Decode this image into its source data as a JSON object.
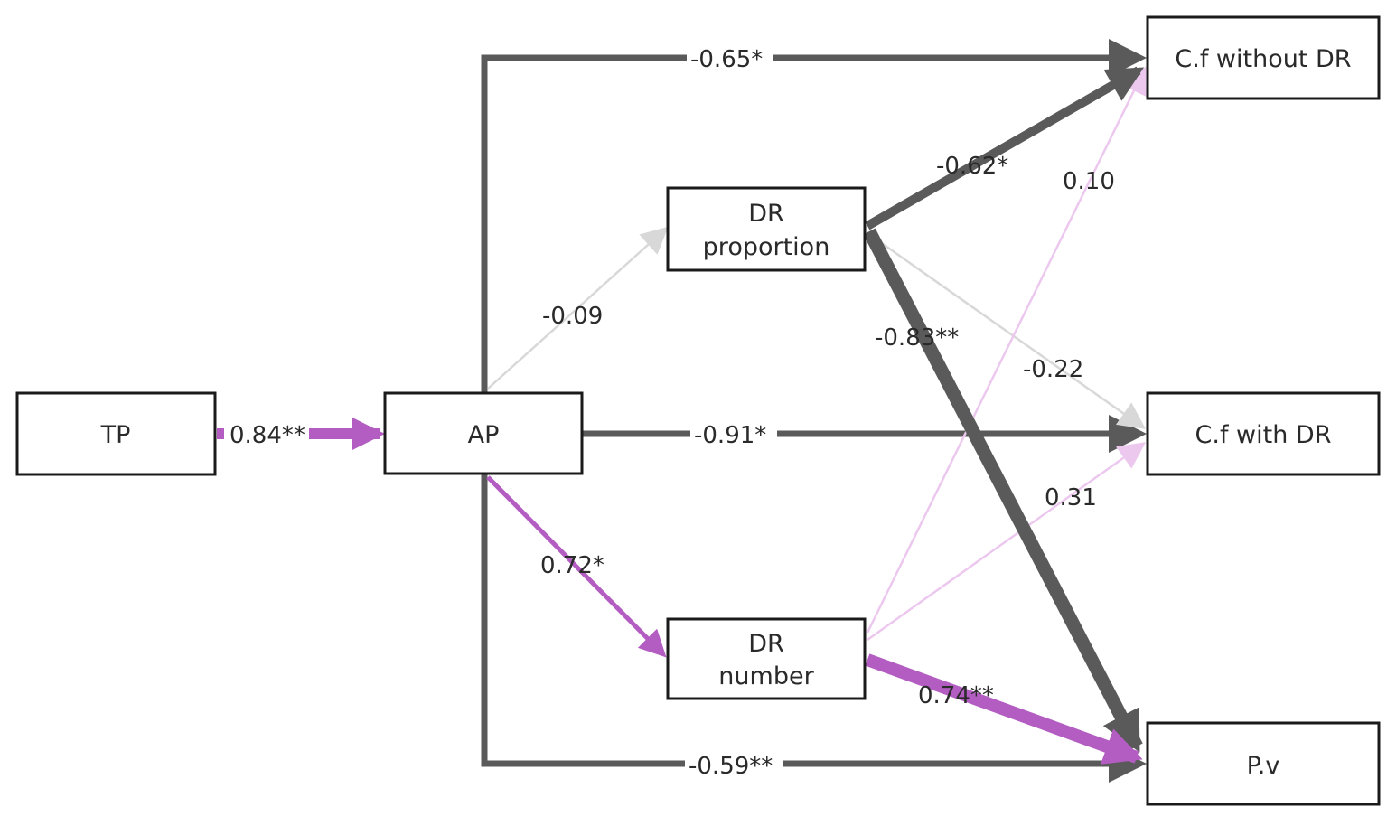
{
  "colors": {
    "negative_significant": "#5a5a5a",
    "positive_significant": "#b35cc2",
    "negative_nonsignificant": "#d8d8d8",
    "positive_nonsignificant": "#ecc8ef"
  },
  "nodes": {
    "tp": {
      "label": "TP"
    },
    "ap": {
      "label": "AP"
    },
    "dr_proportion": {
      "line1": "DR",
      "line2": "proportion"
    },
    "dr_number": {
      "line1": "DR",
      "line2": "number"
    },
    "cf_without_dr": {
      "label": "C.f without DR"
    },
    "cf_with_dr": {
      "label": "C.f with DR"
    },
    "pv": {
      "label": "P.v"
    }
  },
  "edges": {
    "tp_ap": {
      "label": "0.84**"
    },
    "ap_cf_without": {
      "label": "-0.65*"
    },
    "ap_dr_proportion": {
      "label": "-0.09"
    },
    "ap_cf_with": {
      "label": "-0.91*"
    },
    "ap_dr_number": {
      "label": "0.72*"
    },
    "ap_pv": {
      "label": "-0.59**"
    },
    "drp_cf_without": {
      "label": "-0.62*"
    },
    "drp_pv": {
      "label": "-0.83**"
    },
    "drp_cf_with": {
      "label": "-0.22"
    },
    "drn_cf_without": {
      "label": "0.10"
    },
    "drn_cf_with": {
      "label": "0.31"
    },
    "drn_pv": {
      "label": "0.74**"
    }
  }
}
